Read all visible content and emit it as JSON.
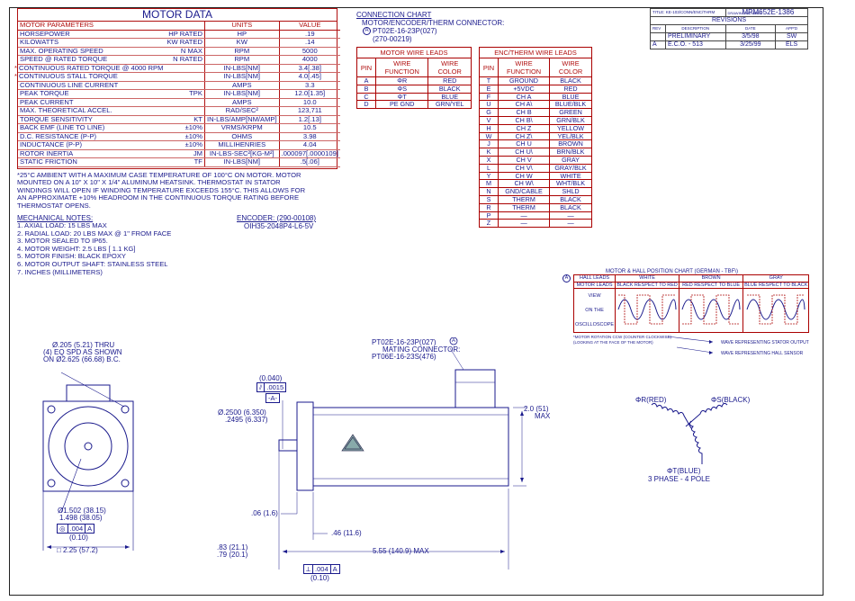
{
  "motor_data": {
    "title": "MOTOR DATA",
    "headers": [
      "MOTOR PARAMETERS",
      "",
      "UNITS",
      "VALUE"
    ],
    "rows": [
      {
        "star": "",
        "param": "HORSEPOWER",
        "cond": "HP RATED",
        "units": "Hp",
        "value": ".19"
      },
      {
        "star": "",
        "param": "KILOWATTS",
        "cond": "KW RATED",
        "units": "KW",
        "value": ".14"
      },
      {
        "star": "",
        "param": "MAX. OPERATING SPEED",
        "cond": "N MAX",
        "units": "RPM",
        "value": "5000"
      },
      {
        "star": "",
        "param": "SPEED @ RATED TORQUE",
        "cond": "N RATED",
        "units": "RPM",
        "value": "4000"
      },
      {
        "star": "*",
        "param": "CONTINUOUS RATED TORQUE @ 4000 RPM",
        "cond": "",
        "units": "IN-LBS[Nm]",
        "value": "3.4[.38]"
      },
      {
        "star": "*",
        "param": "CONTINUOUS STALL TORQUE",
        "cond": "",
        "units": "IN-LBS[Nm]",
        "value": "4.0[.45]"
      },
      {
        "star": "",
        "param": "CONTINUOUS LINE CURRENT",
        "cond": "",
        "units": "AMPS",
        "value": "3.3"
      },
      {
        "star": "",
        "param": "PEAK TORQUE",
        "cond": "Tpk",
        "units": "IN-LBS[Nm]",
        "value": "12.0[1.35]"
      },
      {
        "star": "",
        "param": "PEAK CURRENT",
        "cond": "",
        "units": "AMPS",
        "value": "10.0"
      },
      {
        "star": "",
        "param": "MAX. THEORETICAL ACCEL.",
        "cond": "",
        "units": "RAD/SEC²",
        "value": "123,711"
      },
      {
        "star": "",
        "param": "TORQUE SENSITIVITY",
        "cond": "Kt",
        "units": "IN-LBS/AMP[Nm/AMP]",
        "value": "1.2[.13]"
      },
      {
        "star": "",
        "param": "BACK EMF (LINE TO LINE)",
        "cond": "±10%",
        "units": "Vrms/Krpm",
        "value": "10.5"
      },
      {
        "star": "",
        "param": "D.C. RESISTANCE (P-P)",
        "cond": "±10%",
        "units": "OHMS",
        "value": "3.98"
      },
      {
        "star": "",
        "param": "INDUCTANCE (P-P)",
        "cond": "±10%",
        "units": "MILLIHENRIES",
        "value": "4.04"
      },
      {
        "star": "",
        "param": "ROTOR INERTIA",
        "cond": "Jm",
        "units": "IN-LBS-SEC²[Kg-M²]",
        "value": ".000097[.0000109]"
      },
      {
        "star": "",
        "param": "STATIC FRICTION",
        "cond": "Tf",
        "units": "IN-LBS[Nm]",
        "value": ".5[.06]"
      }
    ],
    "note": [
      "*25°C AMBIENT WITH A MAXIMUM CASE TEMPERATURE OF 100°C ON MOTOR.  MOTOR",
      "MOUNTED ON A 10\" X 10\" X 1/4\" ALUMINUM HEATSINK.  THERMOSTAT IN STATOR",
      "WINDINGS WILL OPEN IF WINDING TEMPERATURE EXCEEDS 155°C.  THIS ALLOWS FOR",
      "AN APPROXIMATE +10% HEADROOM IN THE CONTINUOUS TORQUE RATING BEFORE",
      "THERMOSTAT OPENS."
    ]
  },
  "mechanical": {
    "title": "MECHANICAL NOTES:",
    "lines": [
      "1. AXIAL LOAD:  15  LBS MAX",
      "2. RADIAL LOAD:  20  LBS MAX @ 1\" FROM FACE",
      "3. MOTOR SEALED TO IP65.",
      "4. MOTOR WEIGHT:  2.5  LBS [ 1.1 Kg]",
      "5. MOTOR FINISH:  BLACK EPOXY",
      "6. MOTOR OUTPUT SHAFT:  STAINLESS STEEL",
      "7. INCHES (MILLIMETERS)"
    ]
  },
  "encoder": {
    "title": "ENCODER:  (290-00108)",
    "part": "OIH35-2048P4-L6-5V"
  },
  "connection": {
    "title": "CONNECTION CHART",
    "sub": "MOTOR/ENCODER/THERM CONNECTOR:",
    "marker": "A",
    "part": "PT02E-16-23P(027)",
    "num": "(270-00219)"
  },
  "motor_leads": {
    "title": "MOTOR WIRE LEADS",
    "headers": [
      "PIN",
      "WIRE FUNCTION",
      "WIRE COLOR"
    ],
    "rows": [
      [
        "A",
        "ΦR",
        "RED"
      ],
      [
        "B",
        "ΦS",
        "BLACK"
      ],
      [
        "C",
        "ΦT",
        "BLUE"
      ],
      [
        "D",
        "PE GND",
        "GRN/YEL"
      ]
    ]
  },
  "enc_leads": {
    "title": "ENC/THERM WIRE LEADS",
    "headers": [
      "PIN",
      "WIRE FUNCTION",
      "WIRE COLOR"
    ],
    "rows": [
      [
        "T",
        "GROUND",
        "BLACK"
      ],
      [
        "E",
        "+5VDC",
        "RED"
      ],
      [
        "F",
        "CH A",
        "BLUE"
      ],
      [
        "U",
        "CH A\\",
        "BLUE/BLK"
      ],
      [
        "G",
        "CH B",
        "GREEN"
      ],
      [
        "V",
        "CH B\\",
        "GRN/BLK"
      ],
      [
        "H",
        "CH Z",
        "YELLOW"
      ],
      [
        "W",
        "CH Z\\",
        "YEL/BLK"
      ],
      [
        "J",
        "CH U",
        "BROWN"
      ],
      [
        "K",
        "CH U\\",
        "BRN/BLK"
      ],
      [
        "X",
        "CH V",
        "GRAY"
      ],
      [
        "L",
        "CH V\\",
        "GRAY/BLK"
      ],
      [
        "Y",
        "CH W",
        "WHITE"
      ],
      [
        "M",
        "CH W\\",
        "WHT/BLK"
      ],
      [
        "N",
        "GND/CABLE",
        "SHLD"
      ],
      [
        "S",
        "THERM",
        "BLACK"
      ],
      [
        "R",
        "THERM",
        "BLACK"
      ],
      [
        "P",
        "—",
        "—"
      ],
      [
        "Z",
        "—",
        "—"
      ]
    ]
  },
  "title_block": {
    "title_label": "TITLE:",
    "title_val": "ΚΕ-103/CONN/ENC/THRM",
    "drawing_label": "DRAWING NUMBER",
    "drawing_num": "MPM652E-1386",
    "revisions": "REVISIONS",
    "headers": [
      "REV",
      "DESCRIPTION",
      "DATE",
      "APP'D"
    ],
    "rows": [
      [
        "",
        "PRELIMINARY",
        "3/5/98",
        "SW"
      ],
      [
        "A",
        "E.C.O. - 513",
        "3/25/99",
        "ELS"
      ]
    ]
  },
  "hall_chart": {
    "title": "MOTOR & HALL POSITION CHART (GERMAN - TBF\\)",
    "marker": "A",
    "col_headers": [
      "HALL LEADS",
      "WHITE",
      "BROWN",
      "GRAY"
    ],
    "row2": [
      "MOTOR LEADS",
      "BLACK respect to RED",
      "RED respect to BLUE",
      "BLUE respect to BLACK"
    ],
    "side_labels": [
      "VIEW",
      "ON THE",
      "OSCILLOSCOPE"
    ],
    "foot1": "*MOTOR ROTATION CCW (COUNTER CLOCKWISE)",
    "foot2": "(LOOKING AT THE FACE OF THE MOTOR)",
    "leg1": "WAVE REPRESENTING STATOR OUTPUT",
    "leg2": "WAVE REPRESENTING HALL SENSOR"
  },
  "winding": {
    "r": "ΦR(RED)",
    "s": "ΦS(BLACK)",
    "t": "ΦT(BLUE)",
    "caption": "3 PHASE - 4 POLE"
  },
  "front_view": {
    "hole1": "Ø.205 (5.21) THRU",
    "hole2": "(4) EQ SPD AS SHOWN",
    "hole3": "ON Ø2.625 (66.68) B.C.",
    "pilot1": "Ø1.502 (38.15)",
    "pilot2": "1.498 (38.05)",
    "fcf1": "◎",
    "fcf2": ".004",
    "fcf3": "A",
    "fcf_mm": "(0.10)",
    "width": "□ 2.25 (57.2)"
  },
  "side_view": {
    "conn1": "PT02E-16-23P(027)",
    "conn2": "MATING CONNECTOR:",
    "conn3": "PT06E-16-23S(476)",
    "marker": "A",
    "tol_mm": "(0.040)",
    "tol1": "⫽",
    "tol2": ".0015",
    "datum": "-A-",
    "shaft1": "Ø.2500 (6.350)",
    "shaft2": ".2495 (6.337)",
    "height1": "2.0 (51)",
    "height2": "MAX",
    "d06": ".06 (1.6)",
    "d46": ".46 (11.6)",
    "d83": ".83 (21.1)",
    "d79": ".79 (20.1)",
    "d555": "5.55 (140.9) MAX",
    "fcf_b1": "⟂",
    "fcf_b2": ".004",
    "fcf_b3": "A",
    "fcf_b_mm": "(0.10)"
  }
}
